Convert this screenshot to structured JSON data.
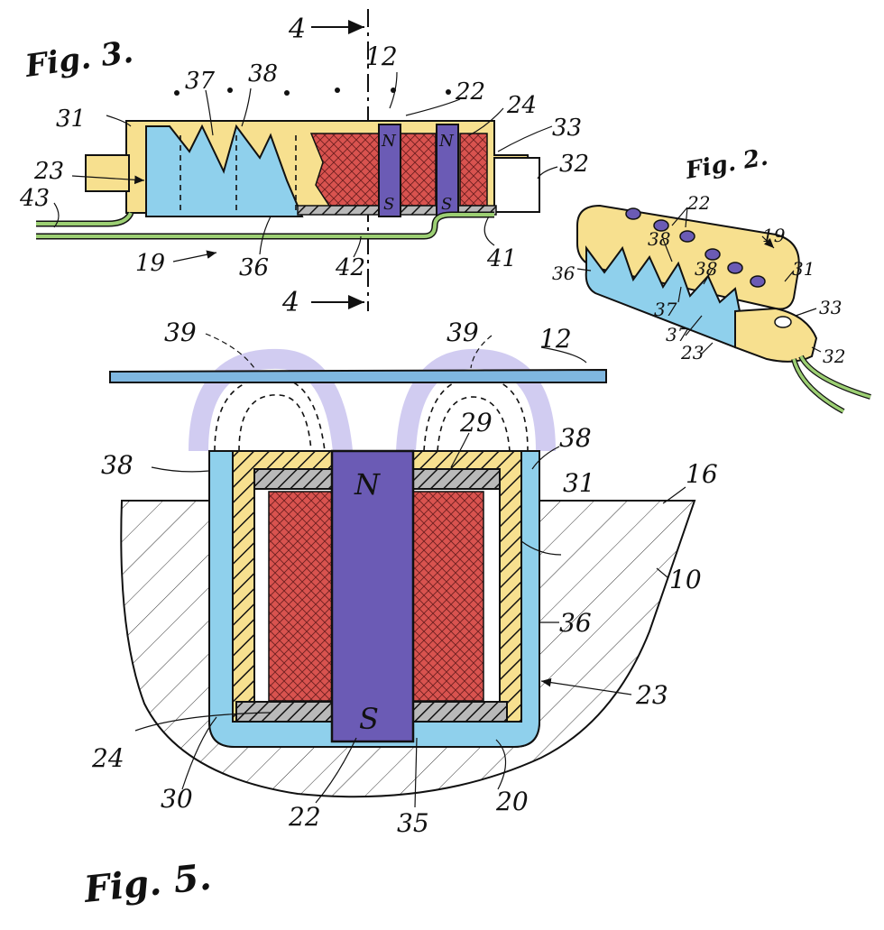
{
  "colors": {
    "coil": "#d9534f",
    "magnet": "#6b5bb5",
    "housing_yellow": "#f7e08f",
    "cover_blue": "#8fd0ec",
    "lead_green": "#9ccf73",
    "flux_lavender": "#c9c3ee",
    "string_blue": "#7fb7e0",
    "wood": "#ffffff"
  },
  "fig3": {
    "title": "Fig. 3.",
    "section_mark_top": "4",
    "section_mark_bottom": "4",
    "pole_n1": "N",
    "pole_s1": "S",
    "pole_n2": "N",
    "pole_s2": "S",
    "refs": {
      "r12": "12",
      "r22": "22",
      "r24": "24",
      "r31": "31",
      "r33": "33",
      "r32": "32",
      "r37": "37",
      "r38": "38",
      "r23": "23",
      "r43": "43",
      "r19": "19",
      "r36": "36",
      "r42": "42",
      "r41": "41"
    }
  },
  "fig2": {
    "title": "Fig. 2.",
    "refs": {
      "r22": "22",
      "r19": "19",
      "r38a": "38",
      "r38b": "38",
      "r36": "36",
      "r31": "31",
      "r37a": "37",
      "r37b": "37",
      "r33": "33",
      "r23": "23",
      "r32": "32"
    }
  },
  "fig5": {
    "title": "Fig. 5.",
    "pole_n": "N",
    "pole_s": "S",
    "refs": {
      "r39a": "39",
      "r39b": "39",
      "r12": "12",
      "r29": "29",
      "r38a": "38",
      "r38b": "38",
      "r16": "16",
      "r31": "31",
      "r10": "10",
      "r36": "36",
      "r23": "23",
      "r24": "24",
      "r30": "30",
      "r22": "22",
      "r35": "35",
      "r20": "20"
    }
  }
}
